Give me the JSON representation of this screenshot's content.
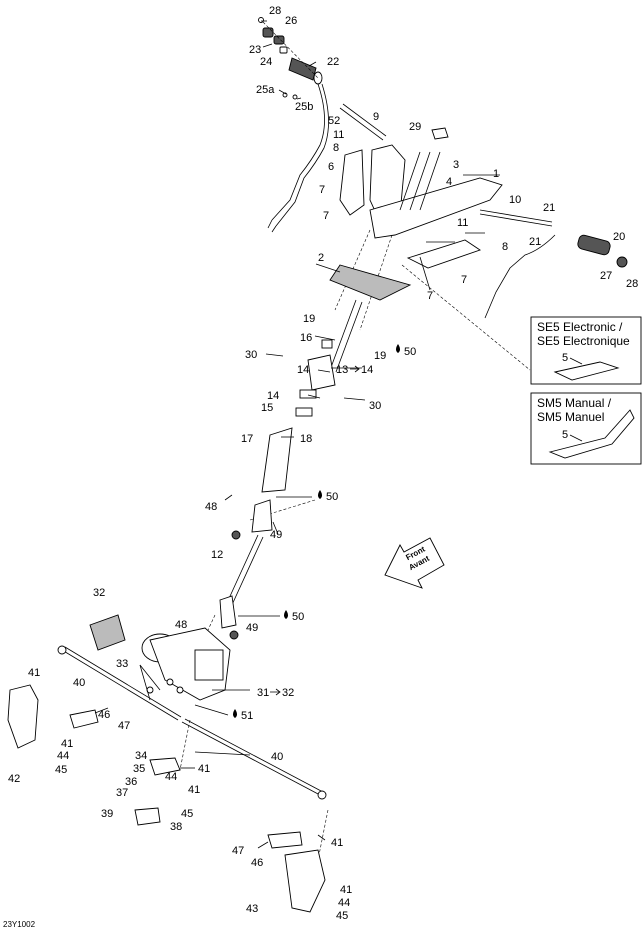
{
  "labels": {
    "p28a": "28",
    "p26": "26",
    "p23": "23",
    "p24": "24",
    "p22": "22",
    "p25a": "25a",
    "p25b": "25b",
    "p52": "52",
    "p9": "9",
    "p29": "29",
    "p11a": "11",
    "p8a": "8",
    "p6": "6",
    "p3": "3",
    "p4": "4",
    "p1": "1",
    "p7a": "7",
    "p7b": "7",
    "p10": "10",
    "p21a": "21",
    "p11b": "11",
    "p8b": "8",
    "p21b": "21",
    "p20": "20",
    "p2": "2",
    "p7c": "7",
    "p7d": "7",
    "p27": "27",
    "p28b": "28",
    "p19a": "19",
    "p16": "16",
    "p19b": "19",
    "p50a": "50",
    "p14a": "14",
    "p30a": "30",
    "p13": "13",
    "p14arrow": "14",
    "p14b": "14",
    "p15": "15",
    "p30b": "30",
    "p17": "17",
    "p18": "18",
    "p48a": "48",
    "p50b": "50",
    "p49a": "49",
    "p12": "12",
    "p32": "32",
    "p48b": "48",
    "p50c": "50",
    "p49b": "49",
    "p33": "33",
    "p41a": "41",
    "p40a": "40",
    "p31": "31",
    "p32arrow": "32",
    "p51": "51",
    "p46a": "46",
    "p47a": "47",
    "p41b": "41",
    "p44a": "44",
    "p45a": "45",
    "p42": "42",
    "p34": "34",
    "p35": "35",
    "p41c": "41",
    "p36": "36",
    "p44b": "44",
    "p37": "37",
    "p41d": "41",
    "p45b": "45",
    "p39": "39",
    "p38": "38",
    "p40b": "40",
    "p47b": "47",
    "p46b": "46",
    "p41e": "41",
    "p43": "43",
    "p41f": "41",
    "p44c": "44",
    "p45c": "45"
  },
  "insets": {
    "se5_line1": "SE5 Electronic /",
    "se5_line2": "SE5 Electronique",
    "se5_part": "5",
    "sm5_line1": "SM5 Manual /",
    "sm5_line2": "SM5 Manuel",
    "sm5_part": "5"
  },
  "direction": {
    "line1": "Front",
    "line2": "Avant"
  },
  "diagram_code": "23Y1002"
}
